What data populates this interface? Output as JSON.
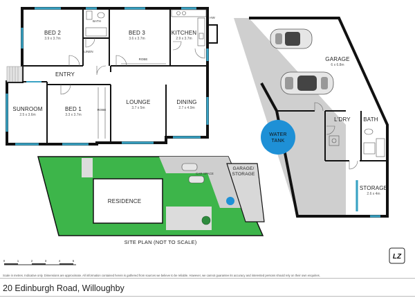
{
  "rooms": {
    "bed2": {
      "name": "BED 2",
      "dims": "3.9 x 3.7m"
    },
    "bath": {
      "name": "BATH"
    },
    "bed3": {
      "name": "BED 3",
      "dims": "3.6 x 3.7m"
    },
    "kitchen": {
      "name": "KITCHEN",
      "dims": "2.9 x 3.7m"
    },
    "linen": {
      "name": "LINEN"
    },
    "robe_upper": {
      "name": "ROBE"
    },
    "entry": {
      "name": "ENTRY"
    },
    "sunroom": {
      "name": "SUNROOM",
      "dims": "2.5 x 3.6m"
    },
    "bed1": {
      "name": "BED 1",
      "dims": "3.3 x 3.7m"
    },
    "robe_lower": {
      "name": "ROBE"
    },
    "lounge": {
      "name": "LOUNGE",
      "dims": "3.7 x 5m"
    },
    "dining": {
      "name": "DINING",
      "dims": "2.7 x 4.9m"
    },
    "hw": {
      "name": "HW"
    },
    "garage": {
      "name": "GARAGE",
      "dims": "6 x 6.8m"
    },
    "laundry": {
      "name": "L'DRY"
    },
    "bath_garage": {
      "name": "BATH"
    },
    "storage": {
      "name": "STORAGE",
      "dims": "2.6 x 4m"
    }
  },
  "water_tank": {
    "line1": "WATER",
    "line2": "TANK",
    "color": "#1e90d6"
  },
  "site_plan": {
    "residence": "RESIDENCE",
    "garage_line1": "GARAGE/",
    "garage_line2": "STORAGE",
    "car_space": "CAR SPACE",
    "title": "SITE PLAN (NOT TO SCALE)",
    "lawn_color": "#3db54a"
  },
  "scale": {
    "ticks": [
      "0",
      "1",
      "2",
      "3",
      "4",
      "5"
    ]
  },
  "logo": "LZ",
  "disclaimer": "Scale in metres. Indicative only. Dimensions are approximate. All information contained herein is gathered from sources we believe to be reliable. However, we cannot guarantee its accuracy and interested persons should rely on their own enquiries.",
  "address": "20 Edinburgh Road, Willoughby",
  "colors": {
    "window": "#3aa3c4",
    "wall": "#111111",
    "driveway": "#cfcfcf"
  }
}
